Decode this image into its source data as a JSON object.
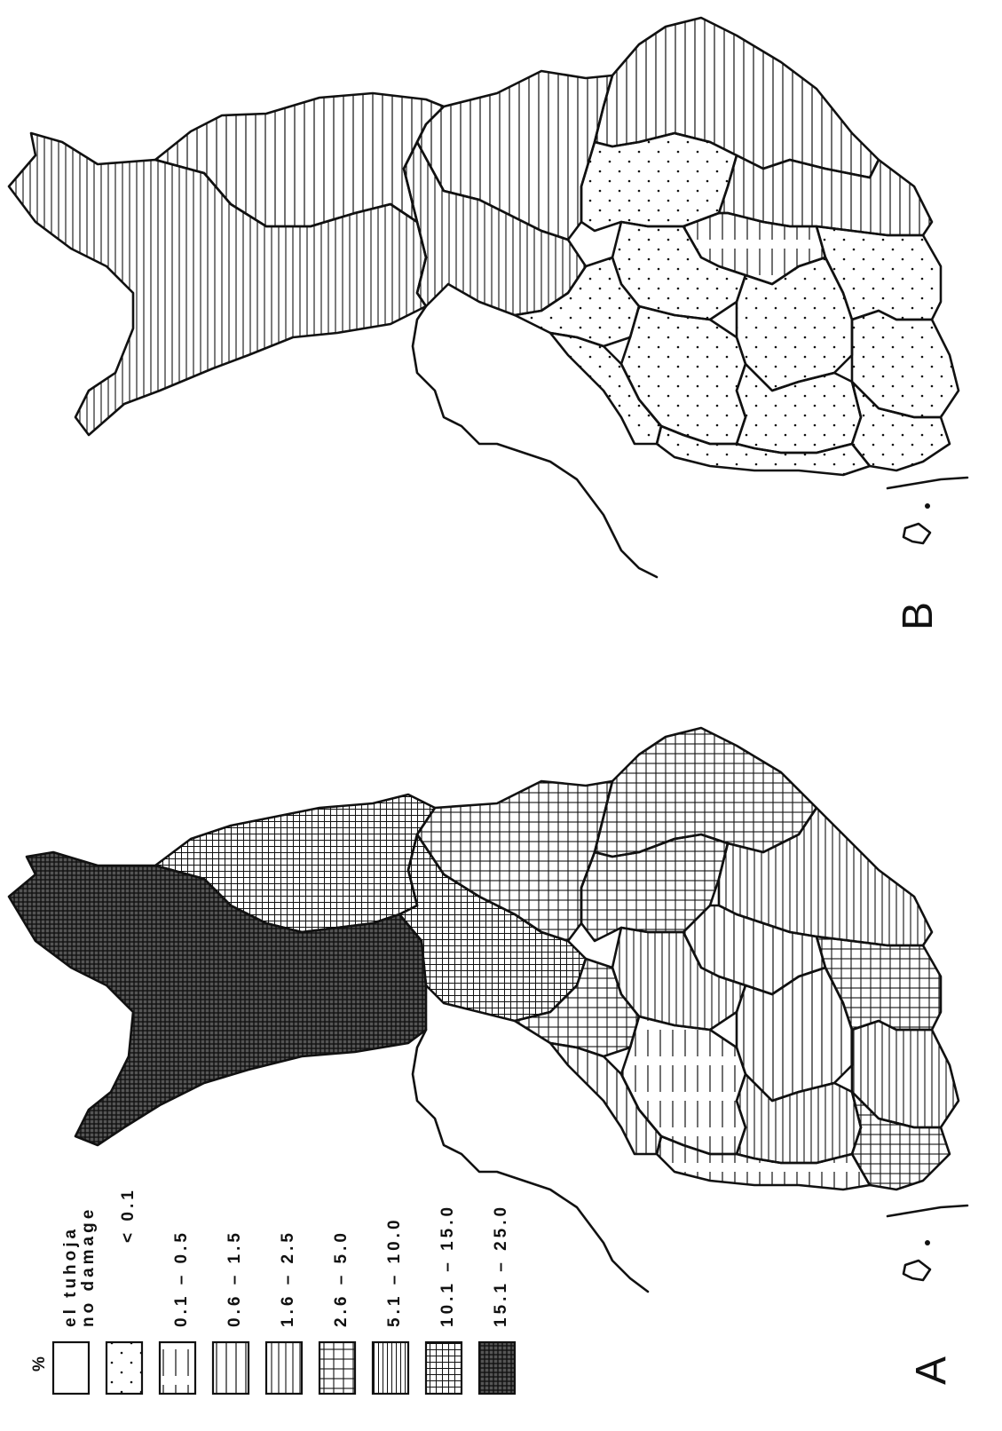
{
  "panels": [
    {
      "letter": "A"
    },
    {
      "letter": "B"
    }
  ],
  "legend": {
    "unit": "%",
    "items": [
      {
        "label_line1": "el tuhoja",
        "label_line2": "no damage",
        "pattern": "none"
      },
      {
        "label_line1": "< 0.1",
        "pattern": "dots"
      },
      {
        "label_line1": "0.1 –   0.5",
        "pattern": "vsparse"
      },
      {
        "label_line1": "0.6 –   1.5",
        "pattern": "vmedium"
      },
      {
        "label_line1": "1.6 –   2.5",
        "pattern": "vdense"
      },
      {
        "label_line1": "2.6 –   5.0",
        "pattern": "grid"
      },
      {
        "label_line1": "5.1 – 10.0",
        "pattern": "vvdense"
      },
      {
        "label_line1": "10.1 – 15.0",
        "pattern": "gridfine"
      },
      {
        "label_line1": "15.1 – 25.0",
        "pattern": "griddark"
      }
    ]
  },
  "colors": {
    "ink": "#111111",
    "paper": "#ffffff"
  }
}
